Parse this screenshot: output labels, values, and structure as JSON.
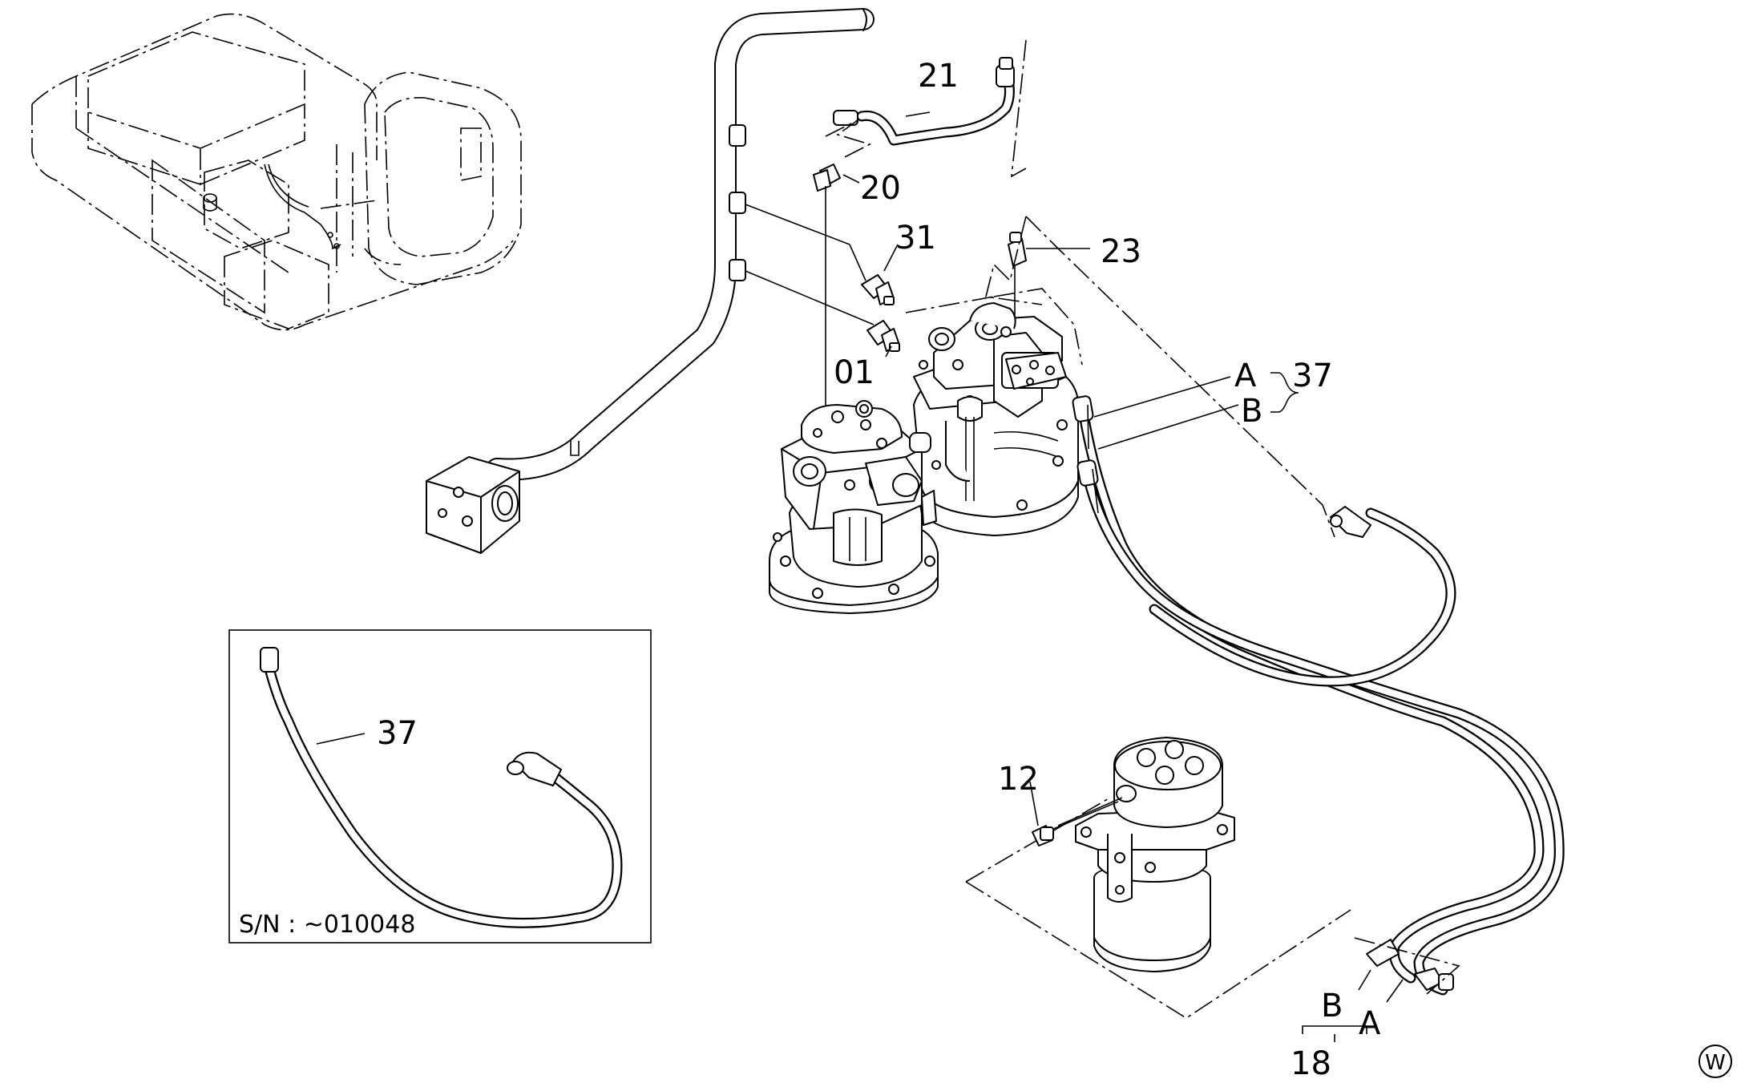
{
  "labels": {
    "p21": "21",
    "p20": "20",
    "p31": "31",
    "p23": "23",
    "p01": "01",
    "pA_top": "A",
    "pB_top": "B",
    "p37_top": "37",
    "p37_inset": "37",
    "p12": "12",
    "pB_bottom": "B",
    "pA_bottom": "A",
    "p18": "18"
  },
  "inset": {
    "serial": "S/N : ~010048"
  },
  "corner_mark": "W"
}
